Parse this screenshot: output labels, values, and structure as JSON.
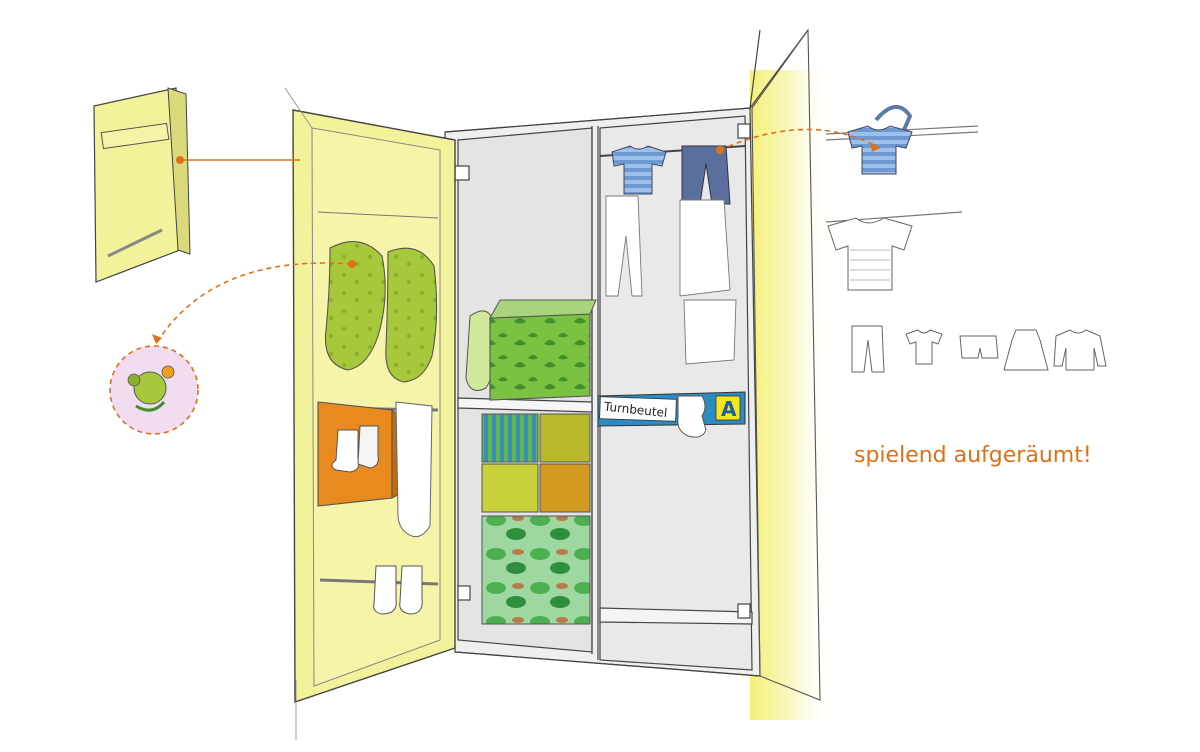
{
  "labels": {
    "bag_sign": "Turnbeutel",
    "bag_letter": "A",
    "caption": "spielend aufgeräumt!"
  },
  "colors": {
    "door_yellow": "#f2f29a",
    "door_edge": "#e6e37a",
    "accent_orange": "#e07018",
    "cabinet_gray": "#e6e6e6",
    "shelf_white": "#f7f7f7",
    "green_box": "#7cc242",
    "blue_stripe": "#7fa8d8",
    "navy_jeans": "#5b6f9e",
    "sign_blue": "#2a8cc0",
    "sign_letter": "#f4e61c",
    "pocket_orange": "#e88a1e",
    "olive_drawer": "#b8b82a",
    "ochre_drawer": "#d29a20",
    "whale_green": "#5fc26a"
  },
  "icons": [
    "door-detail-icon",
    "appliqué-flower-icon",
    "hanger-tshirt-icon",
    "tshirt-icon",
    "pants-icon",
    "shorts-icon",
    "dress-icon",
    "sweater-icon"
  ]
}
